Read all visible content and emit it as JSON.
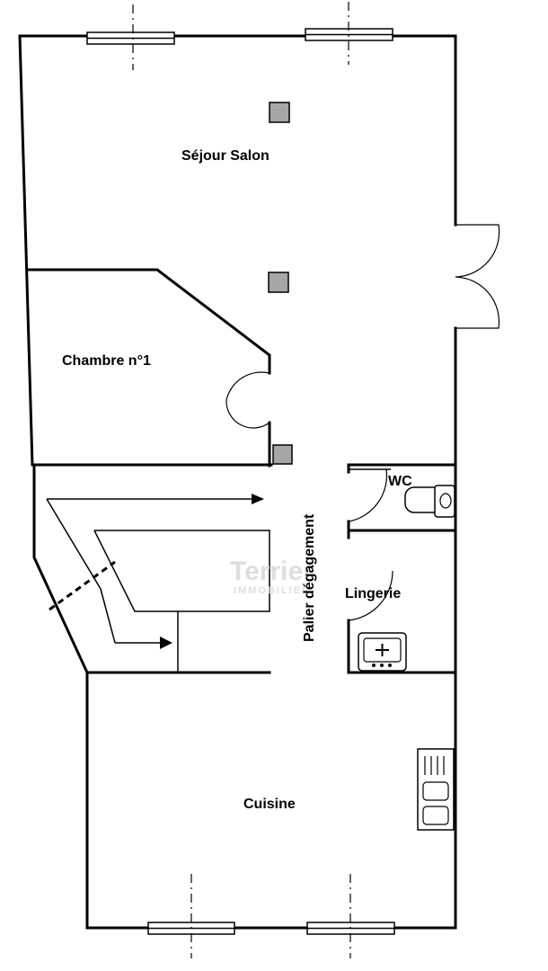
{
  "rooms": {
    "sejour": "Séjour Salon",
    "chambre": "Chambre n°1",
    "palier": "Palier dégagement",
    "wc": "WC",
    "lingerie": "Lingerie",
    "cuisine": "Cuisine"
  },
  "watermark": {
    "brand": "Terrier",
    "sub": "IMMOBILIER"
  },
  "colors": {
    "walls": "#000000",
    "pillars": "#a6a6a6",
    "watermark": "#d9d9d9"
  }
}
